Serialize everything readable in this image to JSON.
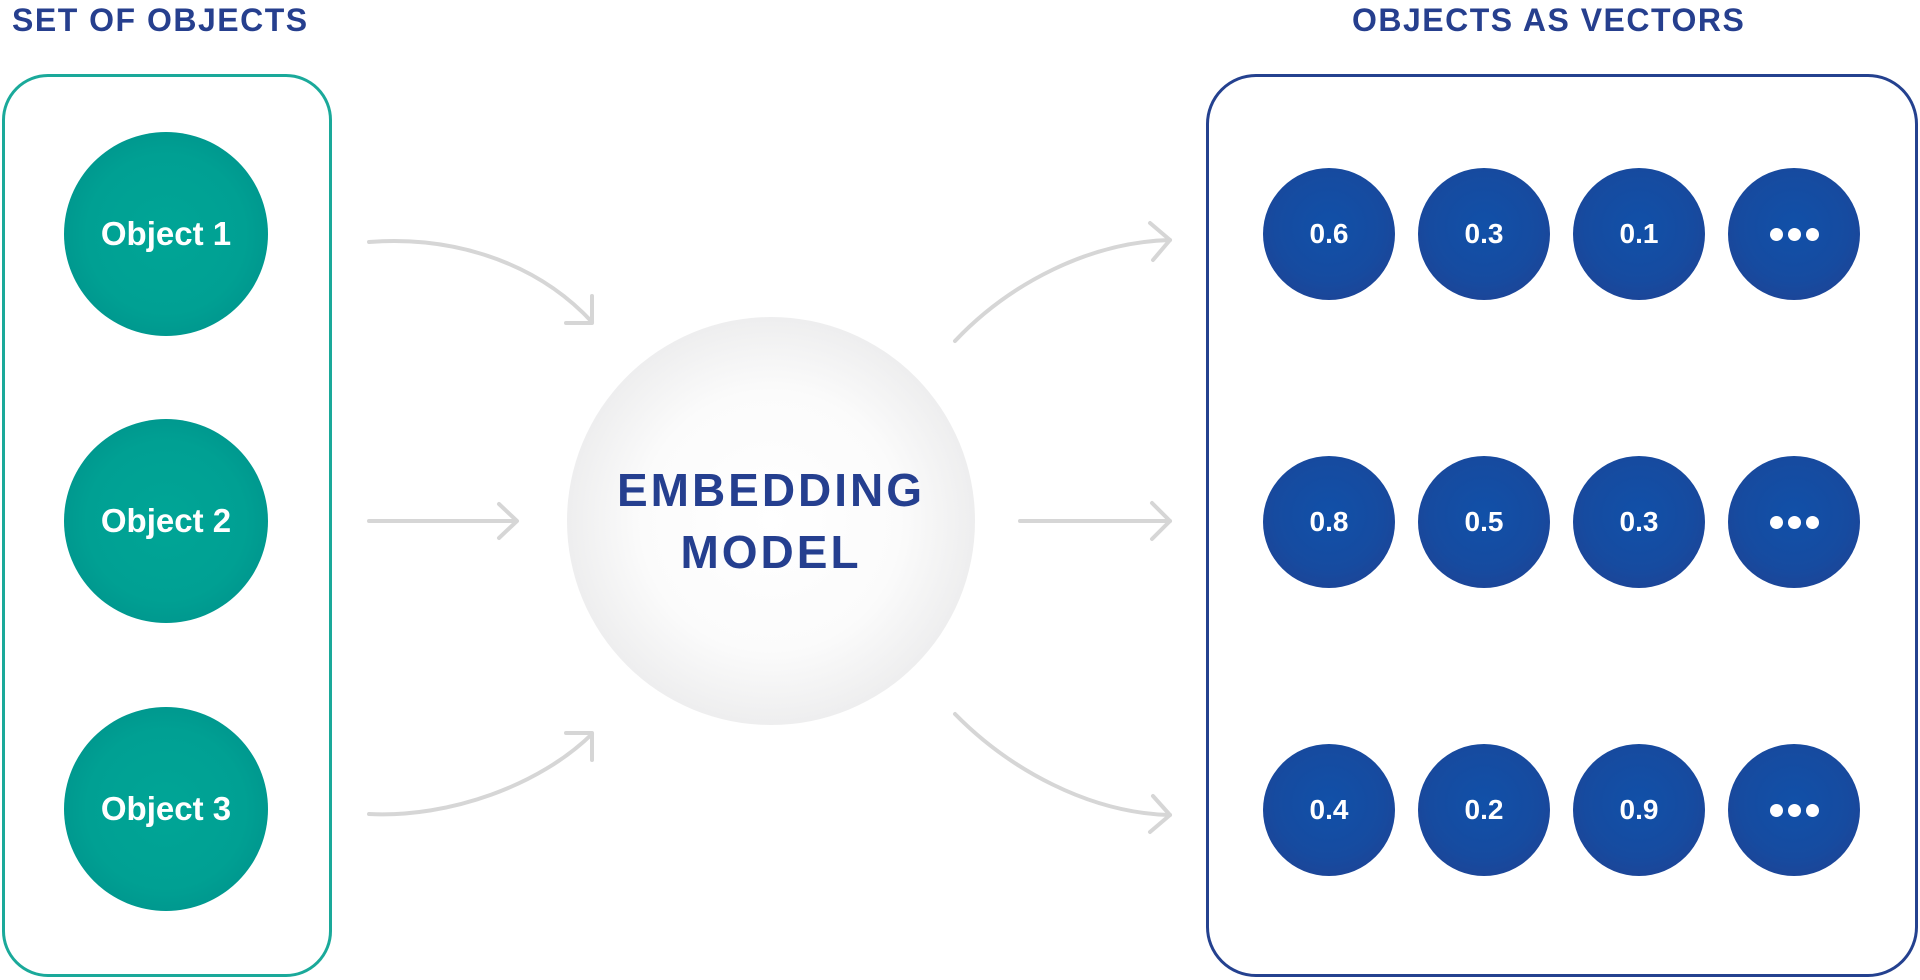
{
  "titles": {
    "left": "SET OF OBJECTS",
    "right": "OBJECTS AS VECTORS"
  },
  "objects": [
    {
      "label": "Object 1"
    },
    {
      "label": "Object 2"
    },
    {
      "label": "Object 3"
    }
  ],
  "model": {
    "line1": "EMBEDDING",
    "line2": "MODEL"
  },
  "vectors": [
    {
      "values": [
        "0.6",
        "0.3",
        "0.1"
      ],
      "ellipsis": "more-icon"
    },
    {
      "values": [
        "0.8",
        "0.5",
        "0.3"
      ],
      "ellipsis": "more-icon"
    },
    {
      "values": [
        "0.4",
        "0.2",
        "0.9"
      ],
      "ellipsis": "more-icon"
    }
  ],
  "colors": {
    "teal": "#00a093",
    "navy": "#24418f",
    "vector_blue": "#164ba0",
    "arrow_gray": "#d6d6d6",
    "title": "#263f8e"
  }
}
